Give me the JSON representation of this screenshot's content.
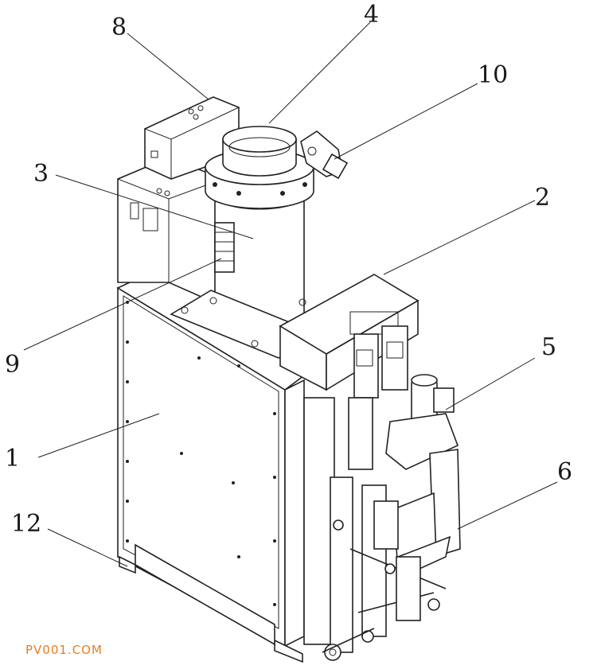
{
  "diagram": {
    "labels": [
      {
        "id": "1",
        "text": "1"
      },
      {
        "id": "2",
        "text": "2"
      },
      {
        "id": "3",
        "text": "3"
      },
      {
        "id": "4",
        "text": "4"
      },
      {
        "id": "5",
        "text": "5"
      },
      {
        "id": "6",
        "text": "6"
      },
      {
        "id": "8",
        "text": "8"
      },
      {
        "id": "9",
        "text": "9"
      },
      {
        "id": "10",
        "text": "10"
      },
      {
        "id": "12",
        "text": "12"
      }
    ],
    "watermark": "PV001.COM"
  }
}
